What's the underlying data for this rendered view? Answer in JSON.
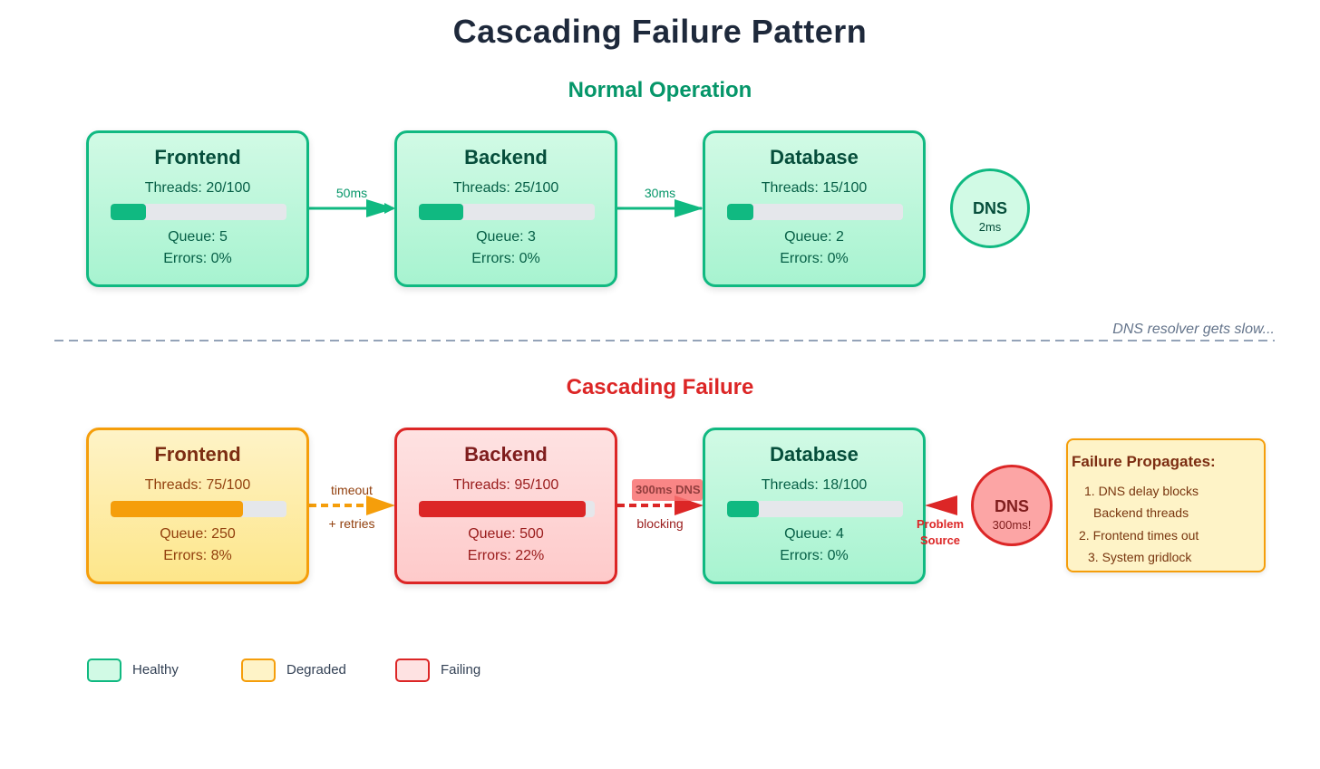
{
  "title": "Cascading Failure Pattern",
  "sections": {
    "normal": "Normal Operation",
    "failure": "Cascading Failure"
  },
  "divider_note": "DNS resolver gets slow...",
  "normal": {
    "frontend": {
      "name": "Frontend",
      "threads": "Threads: 20/100",
      "utilization": 0.2,
      "queue": "Queue: 5",
      "errors": "Errors: 0%"
    },
    "backend": {
      "name": "Backend",
      "threads": "Threads: 25/100",
      "utilization": 0.25,
      "queue": "Queue: 3",
      "errors": "Errors: 0%"
    },
    "database": {
      "name": "Database",
      "threads": "Threads: 15/100",
      "utilization": 0.15,
      "queue": "Queue: 2",
      "errors": "Errors: 0%"
    },
    "dns": {
      "name": "DNS",
      "latency": "2ms"
    },
    "link_frontend_backend": "50ms",
    "link_backend_database": "30ms"
  },
  "failure": {
    "frontend": {
      "name": "Frontend",
      "threads": "Threads: 75/100",
      "utilization": 0.75,
      "queue": "Queue: 250",
      "errors": "Errors: 8%"
    },
    "backend": {
      "name": "Backend",
      "threads": "Threads: 95/100",
      "utilization": 0.95,
      "queue": "Queue: 500",
      "errors": "Errors: 22%"
    },
    "database": {
      "name": "Database",
      "threads": "Threads: 18/100",
      "utilization": 0.18,
      "queue": "Queue: 4",
      "errors": "Errors: 0%"
    },
    "dns": {
      "name": "DNS",
      "latency": "300ms!"
    },
    "link_frontend_backend_top": "timeout",
    "link_frontend_backend_bottom": "+ retries",
    "link_backend_database_tag": "300ms DNS",
    "link_backend_database_bottom": "blocking",
    "problem_line1": "Problem",
    "problem_line2": "Source"
  },
  "propagation": {
    "title": "Failure Propagates:",
    "lines": [
      "1. DNS delay blocks",
      "Backend threads",
      "2. Frontend times out",
      "3. System gridlock"
    ]
  },
  "legend": [
    {
      "label": "Healthy",
      "status": "healthy"
    },
    {
      "label": "Degraded",
      "status": "degraded"
    },
    {
      "label": "Failing",
      "status": "failing"
    }
  ],
  "colors": {
    "healthy": "#10b981",
    "degraded": "#f59e0b",
    "failing": "#dc2626",
    "divider": "#94a3b8"
  }
}
